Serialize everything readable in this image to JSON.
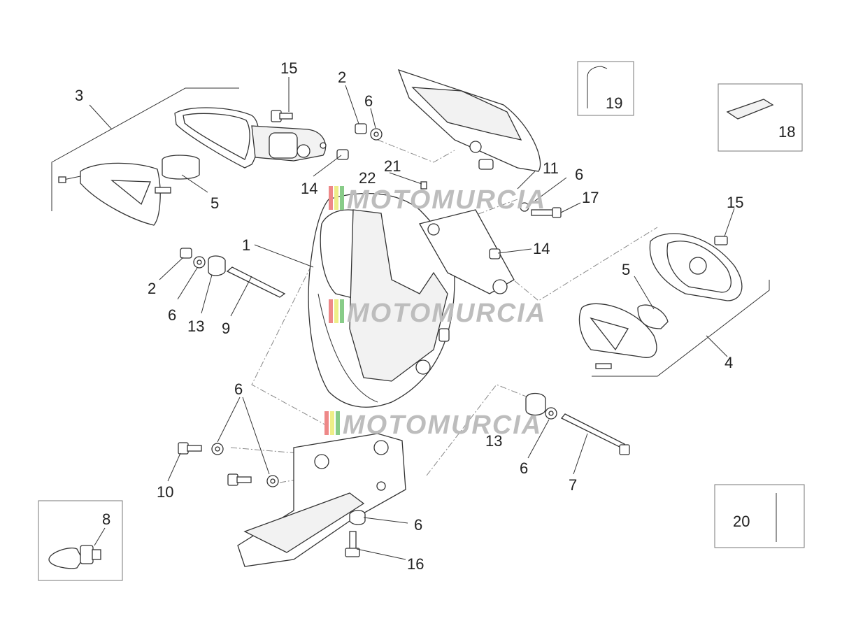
{
  "diagram": {
    "watermark": "MOTOMURCIA",
    "callouts": [
      {
        "id": "c3",
        "label": "3"
      },
      {
        "id": "c15a",
        "label": "15"
      },
      {
        "id": "c2a",
        "label": "2"
      },
      {
        "id": "c6a",
        "label": "6"
      },
      {
        "id": "c19",
        "label": "19"
      },
      {
        "id": "c18",
        "label": "18"
      },
      {
        "id": "c14a",
        "label": "14"
      },
      {
        "id": "c5a",
        "label": "5"
      },
      {
        "id": "c22",
        "label": "22"
      },
      {
        "id": "c21",
        "label": "21"
      },
      {
        "id": "c11",
        "label": "11"
      },
      {
        "id": "c6b",
        "label": "6"
      },
      {
        "id": "c17",
        "label": "17"
      },
      {
        "id": "c15b",
        "label": "15"
      },
      {
        "id": "c1",
        "label": "1"
      },
      {
        "id": "c14b",
        "label": "14"
      },
      {
        "id": "c5b",
        "label": "5"
      },
      {
        "id": "c2b",
        "label": "2"
      },
      {
        "id": "c6c",
        "label": "6"
      },
      {
        "id": "c13a",
        "label": "13"
      },
      {
        "id": "c9",
        "label": "9"
      },
      {
        "id": "c4",
        "label": "4"
      },
      {
        "id": "c6d",
        "label": "6"
      },
      {
        "id": "c13b",
        "label": "13"
      },
      {
        "id": "c6e",
        "label": "6"
      },
      {
        "id": "c7",
        "label": "7"
      },
      {
        "id": "c10",
        "label": "10"
      },
      {
        "id": "c8",
        "label": "8"
      },
      {
        "id": "c6f",
        "label": "6"
      },
      {
        "id": "c16",
        "label": "16"
      },
      {
        "id": "c20",
        "label": "20"
      }
    ]
  }
}
